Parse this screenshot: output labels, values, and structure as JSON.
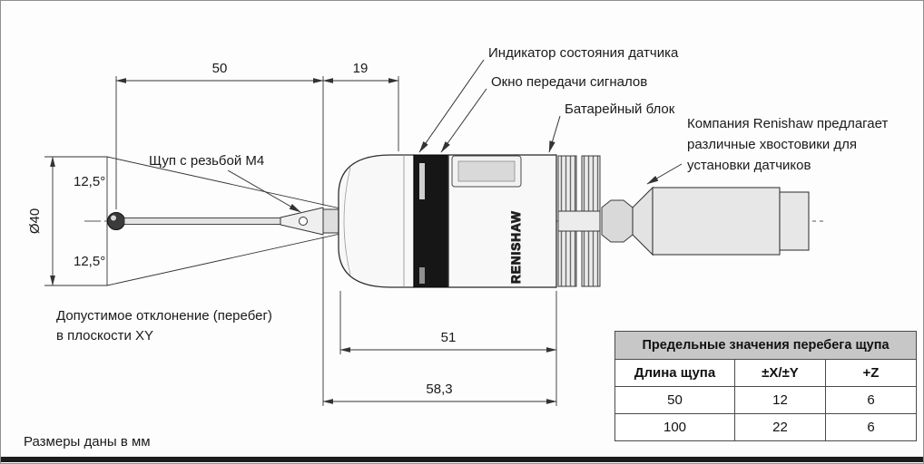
{
  "drawing": {
    "dims": {
      "length_50": "50",
      "length_19": "19",
      "diameter": "Ø40",
      "angle_up": "12,5°",
      "angle_down": "12,5°",
      "body_51": "51",
      "overall_583": "58,3"
    },
    "labels": {
      "stylus": "Щуп с резьбой М4",
      "overtravel1": "Допустимое отклонение (перебег)",
      "overtravel2": "в плоскости XY",
      "units": "Размеры даны в мм",
      "brand": "RENISHAW"
    },
    "callouts": {
      "indicator": "Индикатор состояния датчика",
      "window": "Окно передачи сигналов",
      "battery": "Батарейный блок",
      "shank1": "Компания Renishaw предлагает",
      "shank2": "различные хвостовики для",
      "shank3": "установки датчиков"
    }
  },
  "table": {
    "title": "Предельные значения перебега щупа",
    "headers": [
      "Длина щупа",
      "±X/±Y",
      "+Z"
    ],
    "rows": [
      [
        "50",
        "12",
        "6"
      ],
      [
        "100",
        "22",
        "6"
      ]
    ]
  }
}
